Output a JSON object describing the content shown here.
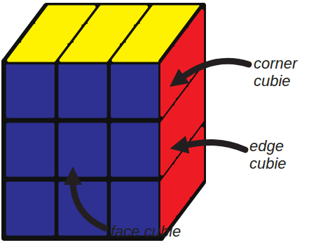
{
  "diagram": {
    "labels": [
      "corner cubie",
      "edge cubie",
      "face cubie"
    ]
  }
}
